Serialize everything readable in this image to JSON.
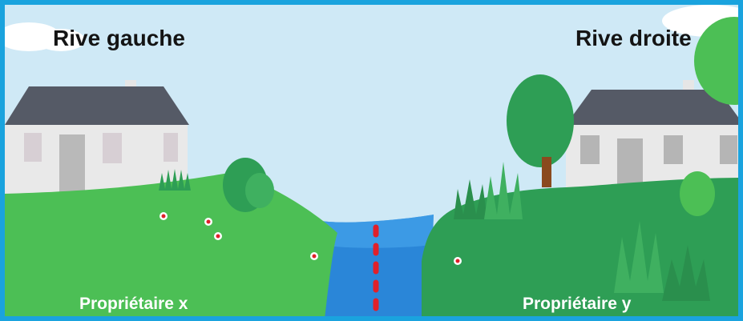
{
  "labels": {
    "left_bank": "Rive gauche",
    "right_bank": "Rive droite",
    "left_owner": "Propriétaire x",
    "right_owner": "Propriétaire y"
  },
  "colors": {
    "frame": "#1aa3de",
    "sky": "#cfe9f6",
    "grass_light": "#4cbf55",
    "grass_dark": "#2e9e55",
    "water": "#2a86d8",
    "boundary_line": "#e0202a",
    "house_wall": "#e9e9e9",
    "house_roof": "#555a66"
  },
  "icons": {
    "boundary": "dashed-center-line",
    "flowers": "flower-icon"
  }
}
